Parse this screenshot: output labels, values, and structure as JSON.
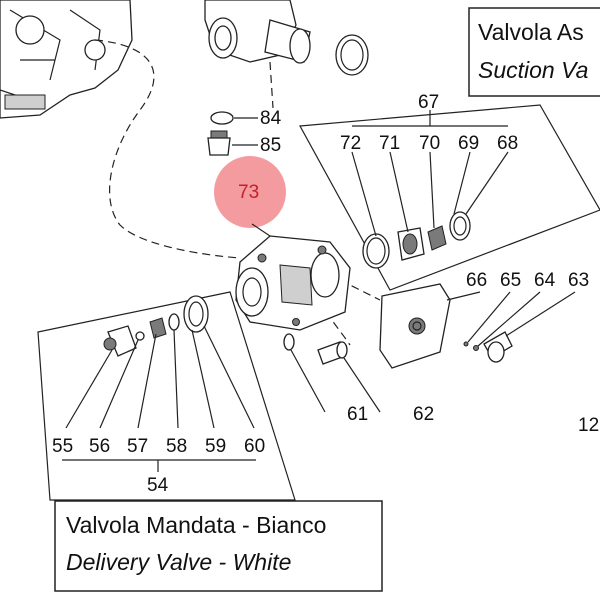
{
  "callouts": {
    "n84": "84",
    "n85": "85",
    "n73": "73",
    "n67": "67",
    "n72": "72",
    "n71": "71",
    "n70": "70",
    "n69": "69",
    "n68": "68",
    "n66": "66",
    "n65": "65",
    "n64": "64",
    "n63": "63",
    "n61": "61",
    "n62": "62",
    "n12": "12",
    "n55": "55",
    "n56": "56",
    "n57": "57",
    "n58": "58",
    "n59": "59",
    "n60": "60",
    "n54": "54"
  },
  "highlight": {
    "color": "#f28a8f"
  },
  "suction_box": {
    "title": "Valvola As",
    "subtitle": "Suction Va"
  },
  "delivery_box": {
    "title": "Valvola Mandata - Bianco",
    "subtitle": "Delivery Valve - White"
  }
}
